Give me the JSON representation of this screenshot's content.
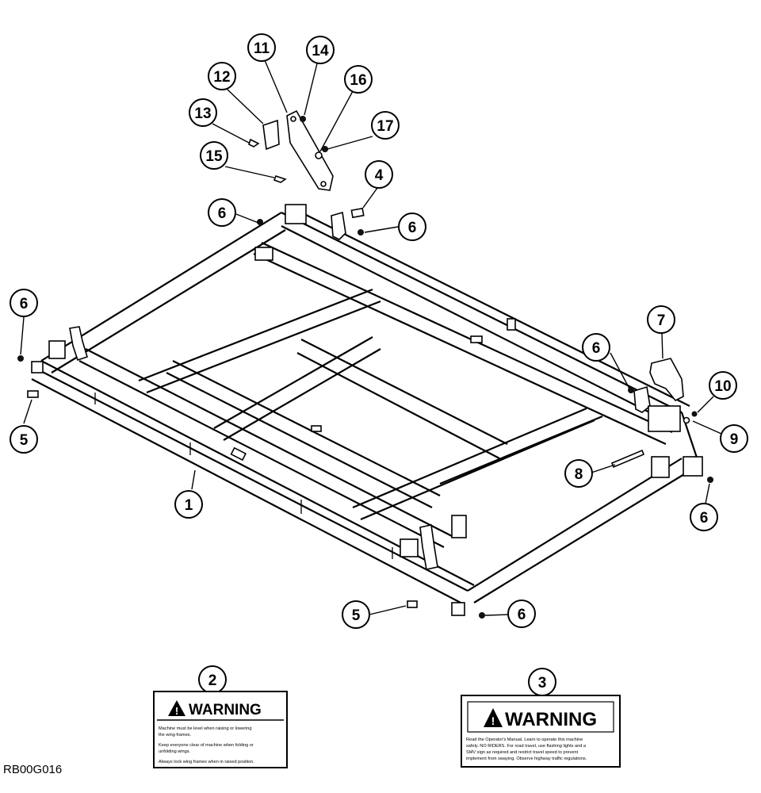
{
  "drawing_code": "RB00G016",
  "callouts": [
    {
      "id": "c1",
      "label": "1"
    },
    {
      "id": "c2",
      "label": "2"
    },
    {
      "id": "c3",
      "label": "3"
    },
    {
      "id": "c4",
      "label": "4"
    },
    {
      "id": "c5a",
      "label": "5"
    },
    {
      "id": "c5b",
      "label": "5"
    },
    {
      "id": "c6a",
      "label": "6"
    },
    {
      "id": "c6b",
      "label": "6"
    },
    {
      "id": "c6c",
      "label": "6"
    },
    {
      "id": "c6d",
      "label": "6"
    },
    {
      "id": "c6e",
      "label": "6"
    },
    {
      "id": "c6f",
      "label": "6"
    },
    {
      "id": "c7",
      "label": "7"
    },
    {
      "id": "c8",
      "label": "8"
    },
    {
      "id": "c9",
      "label": "9"
    },
    {
      "id": "c10",
      "label": "10"
    },
    {
      "id": "c11",
      "label": "11"
    },
    {
      "id": "c12",
      "label": "12"
    },
    {
      "id": "c13",
      "label": "13"
    },
    {
      "id": "c14",
      "label": "14"
    },
    {
      "id": "c15",
      "label": "15"
    },
    {
      "id": "c16",
      "label": "16"
    },
    {
      "id": "c17",
      "label": "17"
    }
  ],
  "decal_2": {
    "heading": "WARNING",
    "lines": [
      "Machine must be level when raising or lowering",
      "the wing frames.",
      "Keep everyone clear of machine when folding or",
      "unfolding wings.",
      "Always lock wing frames when in raised position."
    ]
  },
  "decal_3": {
    "heading": "WARNING",
    "lines": [
      "Read the Operator's Manual. Learn to operate this machine",
      "safely. NO RIDERS. For road travel, use flashing lights and a",
      "SMV sign as required and restrict travel speed to prevent",
      "implement from swaying. Observe highway traffic regulations."
    ]
  }
}
